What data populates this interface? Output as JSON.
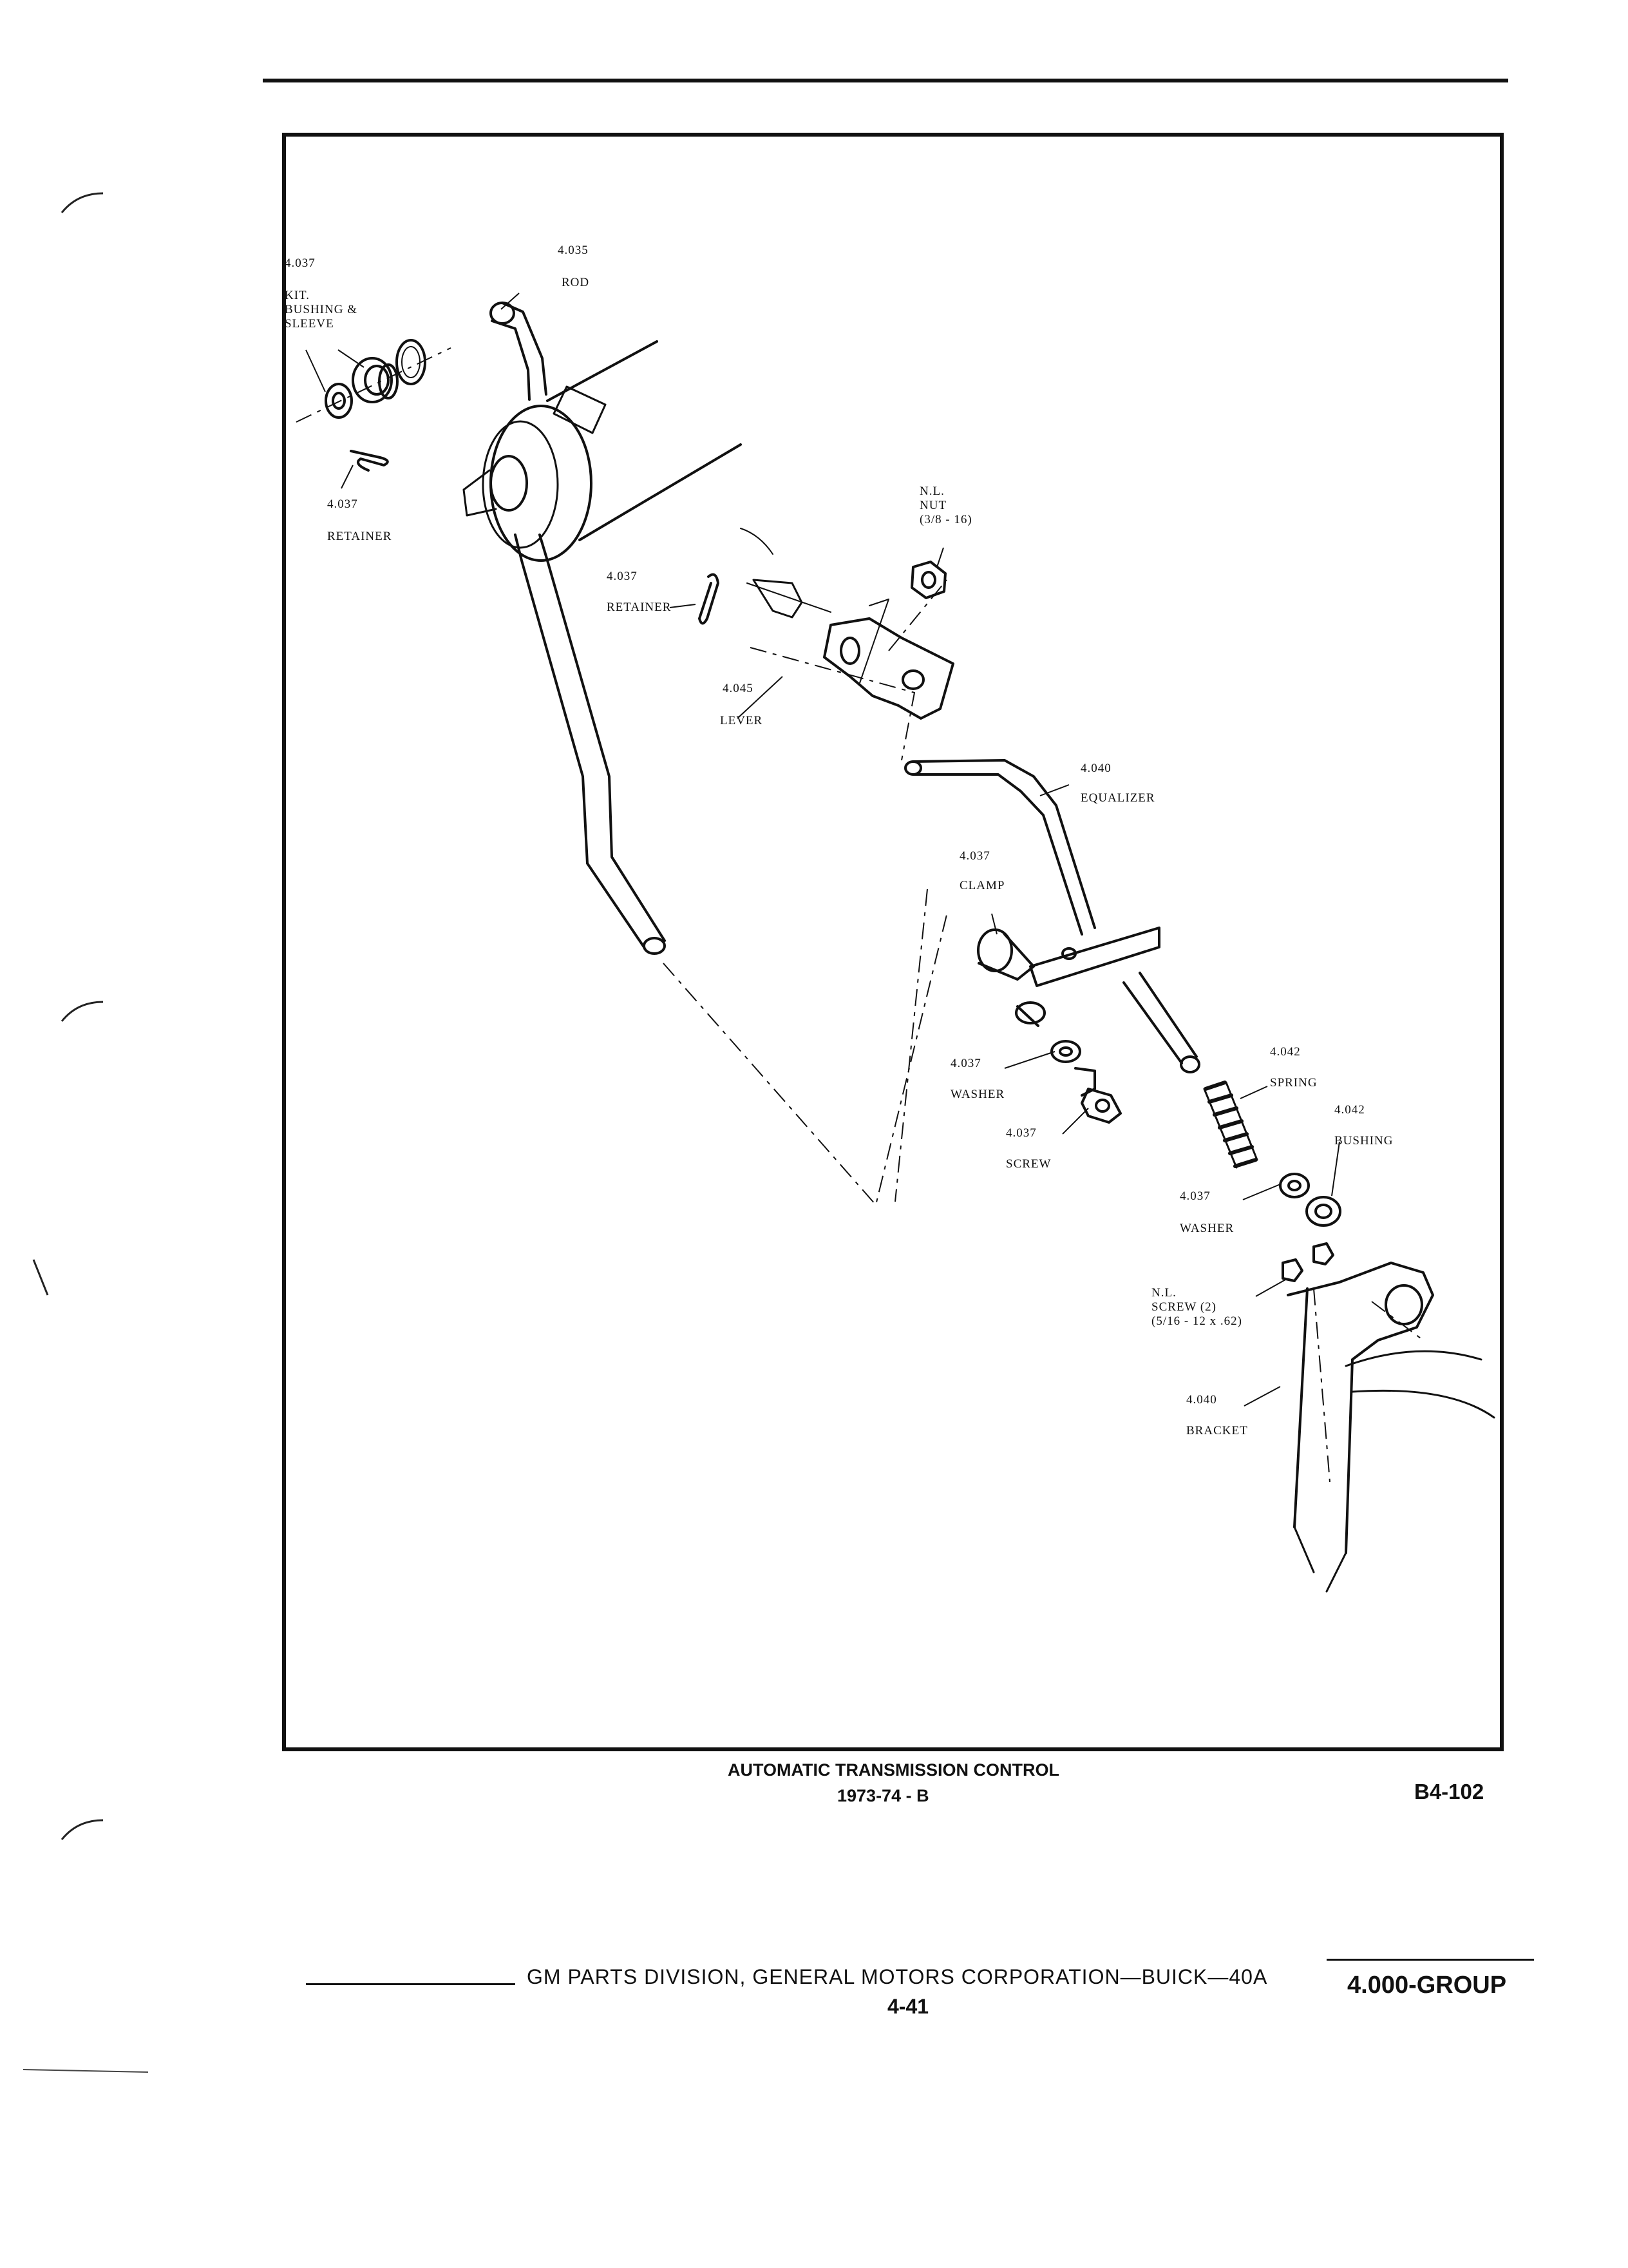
{
  "diagram": {
    "labels": {
      "kit_num": "4.037",
      "kit_name": "KIT.\nBUSHING &\nSLEEVE",
      "rod_num": "4.035",
      "rod_name": "ROD",
      "retainer1_num": "4.037",
      "retainer1_name": "RETAINER",
      "nut_name": "N.L.\nNUT\n(3/8 - 16)",
      "retainer2_num": "4.037",
      "retainer2_name": "RETAINER",
      "lever_num": "4.045",
      "lever_name": "LEVER",
      "equalizer_num": "4.040",
      "equalizer_name": "EQUALIZER",
      "clamp_num": "4.037",
      "clamp_name": "CLAMP",
      "washer1_num": "4.037",
      "washer1_name": "WASHER",
      "screw_num": "4.037",
      "screw_name": "SCREW",
      "spring_num": "4.042",
      "spring_name": "SPRING",
      "bushing_num": "4.042",
      "bushing_name": "BUSHING",
      "washer2_num": "4.037",
      "washer2_name": "WASHER",
      "nlscrew_name": "N.L.\nSCREW (2)\n(5/16 - 12 x .62)",
      "bracket_num": "4.040",
      "bracket_name": "BRACKET"
    }
  },
  "caption": {
    "title": "AUTOMATIC TRANSMISSION CONTROL",
    "years": "1973-74 - B",
    "code": "B4-102"
  },
  "footer": {
    "publisher": "GM PARTS DIVISION, GENERAL MOTORS CORPORATION—BUICK—40A",
    "page": "4-41",
    "group": "4.000-GROUP"
  }
}
